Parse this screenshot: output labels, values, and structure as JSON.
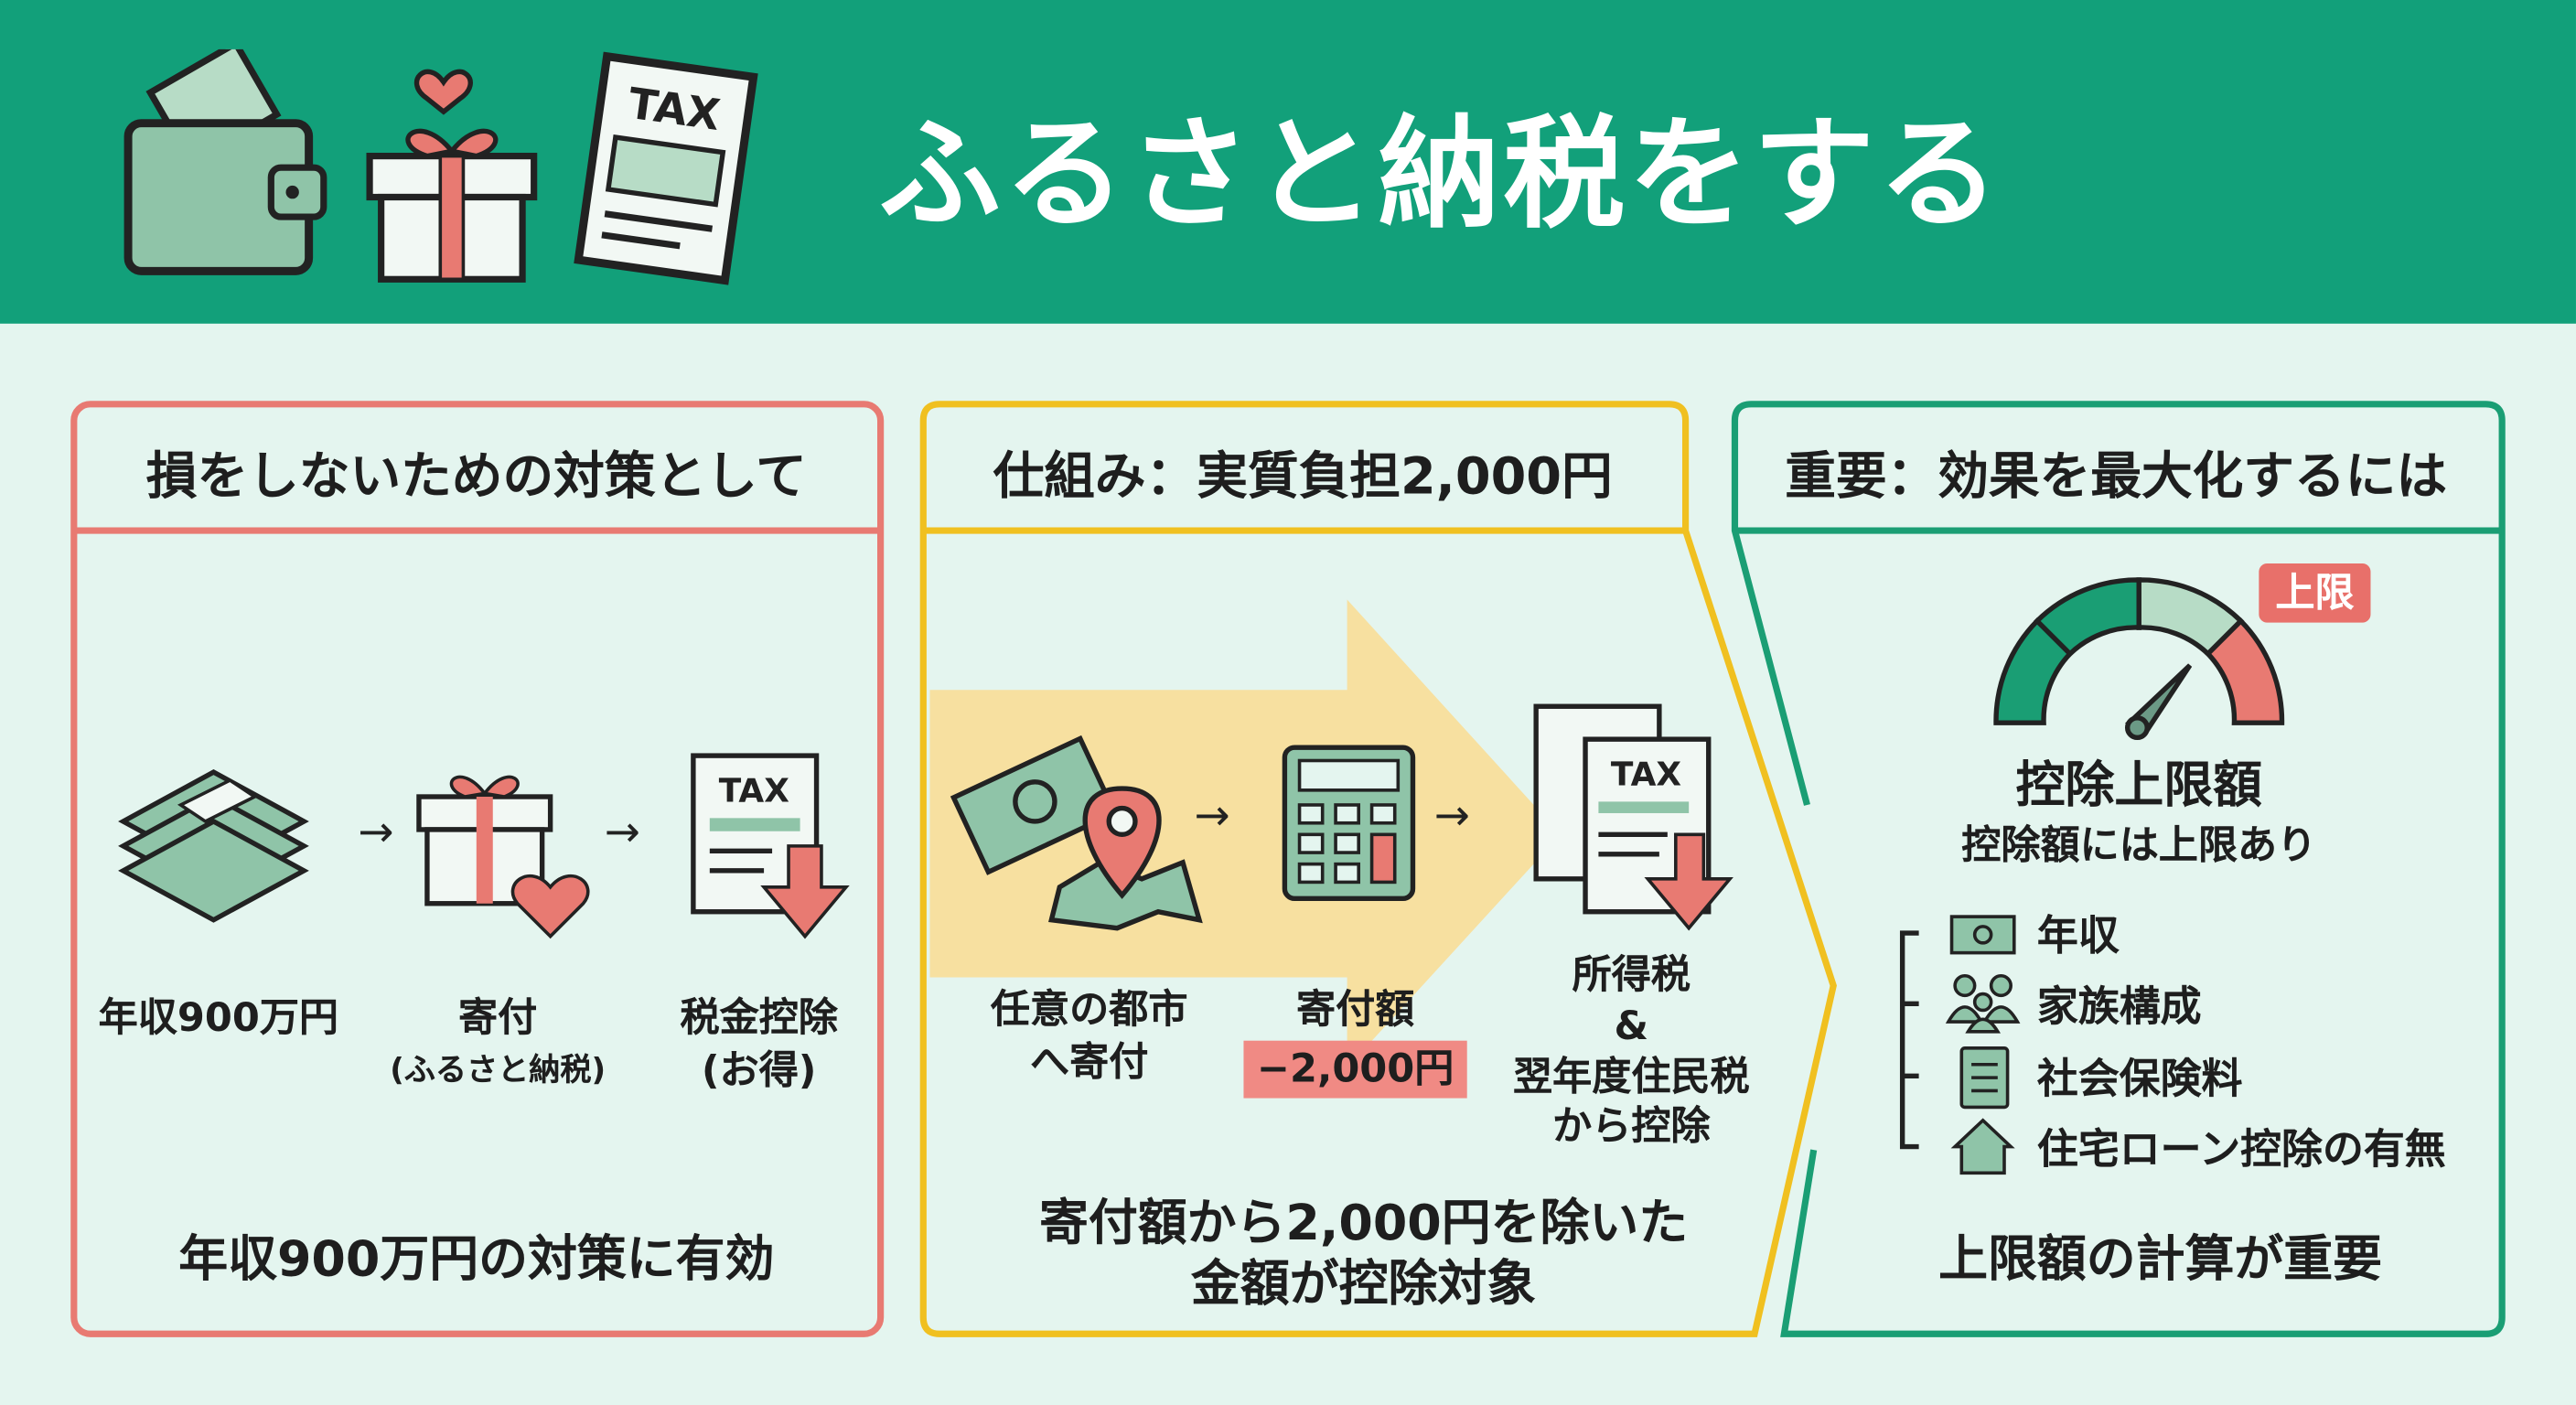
{
  "header": {
    "title": "ふるさと納税をする",
    "icons": [
      "wallet-icon",
      "gift-icon",
      "tax-document-icon"
    ],
    "tax_label": "TAX"
  },
  "colors": {
    "header": "#12a07a",
    "background": "#e4f5ef",
    "red": "#e87a72",
    "yellow": "#f0c020",
    "green": "#1a9e74"
  },
  "panel1": {
    "title": "損をしないための対策として",
    "steps": [
      {
        "label": "年収900万円",
        "sub": "",
        "icon": "money-stack-icon"
      },
      {
        "label": "寄付",
        "sub": "(ふるさと納税)",
        "icon": "gift-heart-icon"
      },
      {
        "label": "税金控除",
        "sub": "(お得)",
        "icon": "tax-down-icon"
      }
    ],
    "tax_label": "TAX",
    "bottom": "年収900万円の対策に有効"
  },
  "panel2": {
    "title": "仕組み：実質負担2,000円",
    "steps": [
      {
        "lines": [
          "任意の都市",
          "へ寄付"
        ],
        "icon": "money-location-icon"
      },
      {
        "lines": [
          "寄付額"
        ],
        "badge": "−2,000円",
        "icon": "calculator-icon"
      },
      {
        "lines": [
          "所得税",
          "&",
          "翌年度住民税",
          "から控除"
        ],
        "icon": "tax-documents-icon"
      }
    ],
    "tax_label": "TAX",
    "bottom": [
      "寄付額から2,000円を除いた",
      "金額が控除対象"
    ]
  },
  "panel3": {
    "title": "重要：効果を最大化するには",
    "gauge_badge": "上限",
    "heading": "控除上限額",
    "subheading": "控除額には上限あり",
    "factors": [
      {
        "label": "年収",
        "icon": "banknote-icon"
      },
      {
        "label": "家族構成",
        "icon": "family-icon"
      },
      {
        "label": "社会保険料",
        "icon": "clipboard-icon"
      },
      {
        "label": "住宅ローン控除の有無",
        "icon": "house-icon"
      }
    ],
    "bottom": "上限額の計算が重要"
  }
}
